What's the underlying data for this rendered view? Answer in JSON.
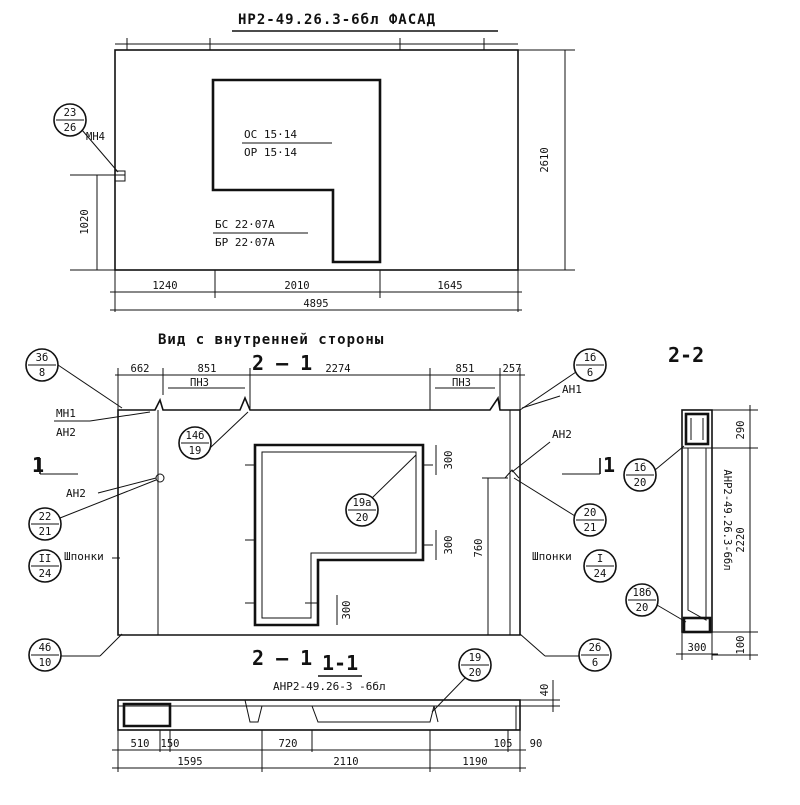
{
  "facade": {
    "title": "НР2-49.26.3-6бл ФАСАД",
    "window_mark_top": "ОС 15·14",
    "window_mark_bottom": "ОР 15·14",
    "door_mark_top": "БС 22·07А",
    "door_mark_bottom": "БР 22·07А",
    "dims": {
      "d1240": "1240",
      "d2010": "2010",
      "d1645": "1645",
      "d4895": "4895",
      "d2610": "2610",
      "d1020": "1020"
    },
    "callout_23": {
      "top": "23",
      "bottom": "26",
      "side": "МН4"
    }
  },
  "inner_view": {
    "title": "Вид с внутренней стороны",
    "section_mark_top": "2 — 1",
    "section_mark_bottom": "2 — 1",
    "dims": {
      "d662": "662",
      "d851a": "851",
      "d2274": "2274",
      "d851b": "851",
      "d257": "257",
      "d300a": "300",
      "d300b": "300",
      "d300c": "300",
      "d760": "760"
    },
    "labels": {
      "pnz_left": "ПНЗ",
      "pnz_right": "ПНЗ",
      "mn1": "МН1",
      "an2_left_top": "АН2",
      "an2_left": "АН2",
      "an1_right": "АН1",
      "an2_right": "АН2",
      "shponki_left": "Шпонки",
      "shponki_right": "Шпонки"
    },
    "arrows": {
      "left": "1",
      "right": "1"
    },
    "callouts": [
      {
        "top": "3б",
        "bottom": "8"
      },
      {
        "top": "14б",
        "bottom": "19"
      },
      {
        "top": "22",
        "bottom": "21"
      },
      {
        "top": "II",
        "bottom": "24"
      },
      {
        "top": "4б",
        "bottom": "10"
      },
      {
        "top": "1б",
        "bottom": "6"
      },
      {
        "top": "19а",
        "bottom": "20"
      },
      {
        "top": "20",
        "bottom": "21"
      },
      {
        "top": "I",
        "bottom": "24"
      },
      {
        "top": "2б",
        "bottom": "6"
      }
    ]
  },
  "section_1_1": {
    "title": "1-1",
    "mark": "АНР2-49.26-3 -6бл",
    "callout": {
      "top": "19",
      "bottom": "20"
    },
    "dims": {
      "d510": "510",
      "d150": "150",
      "d720": "720",
      "d105": "105",
      "d90": "90",
      "d1595": "1595",
      "d2110": "2110",
      "d1190": "1190",
      "d40": "40"
    }
  },
  "section_2_2": {
    "title": "2-2",
    "mark": "АНР2-49.26.3-6бл",
    "dims": {
      "d290": "290",
      "d2220": "2220",
      "d100": "100",
      "d300": "300"
    },
    "callouts": [
      {
        "top": "1б",
        "bottom": "20"
      },
      {
        "top": "18б",
        "bottom": "20"
      }
    ]
  }
}
